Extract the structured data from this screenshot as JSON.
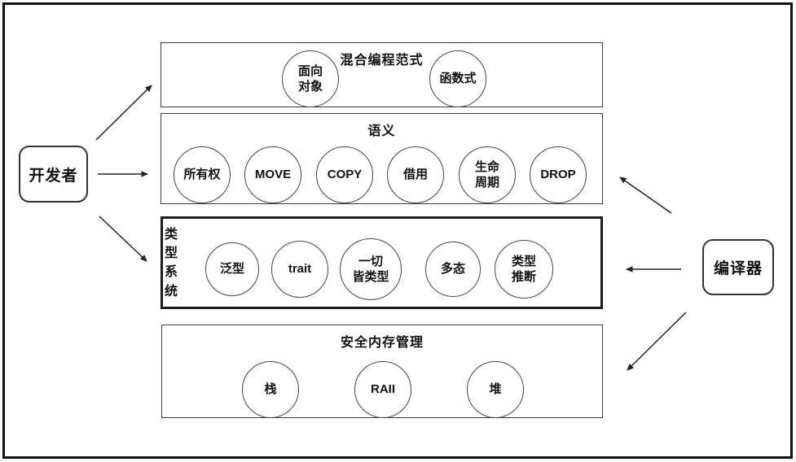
{
  "diagram": {
    "actors": {
      "developer": {
        "label": "开发者"
      },
      "compiler": {
        "label": "编译器"
      }
    },
    "panels": [
      {
        "title": "混合编程范式",
        "items": [
          {
            "label": "面向\n对象"
          },
          {
            "label": "函数式"
          }
        ]
      },
      {
        "title": "语义",
        "items": [
          {
            "label": "所有权"
          },
          {
            "label": "MOVE"
          },
          {
            "label": "COPY"
          },
          {
            "label": "借用"
          },
          {
            "label": "生命\n周期"
          },
          {
            "label": "DROP"
          }
        ]
      },
      {
        "title": "类型系统",
        "items": [
          {
            "label": "泛型"
          },
          {
            "label": "trait"
          },
          {
            "label": "一切\n皆类型"
          },
          {
            "label": "多态"
          },
          {
            "label": "类型\n推断"
          }
        ]
      },
      {
        "title": "安全内存管理",
        "items": [
          {
            "label": "栈"
          },
          {
            "label": "RAII"
          },
          {
            "label": "堆"
          }
        ]
      }
    ],
    "colors": {
      "stroke": "#222222",
      "frame": "#111111",
      "background": "#ffffff"
    }
  }
}
